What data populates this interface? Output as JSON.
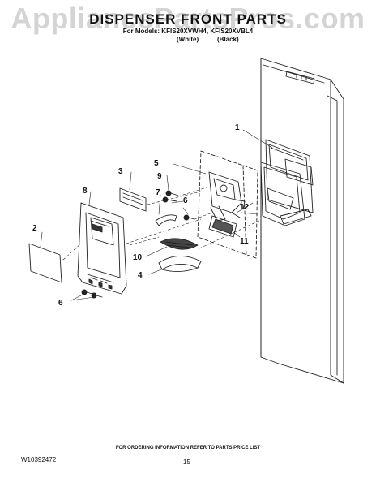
{
  "watermark": "AppliancePartsPros.com",
  "header": {
    "title": "DISPENSER FRONT PARTS",
    "models": "For Models: KFIS20XVWH4, KFIS20XVBL4",
    "color_white": "(White)",
    "color_black": "(Black)"
  },
  "callouts": [
    "1",
    "2",
    "3",
    "4",
    "5",
    "6",
    "6",
    "7",
    "8",
    "9",
    "10",
    "11",
    "12"
  ],
  "footer": {
    "ordering_note": "FOR ORDERING INFORMATION REFER TO PARTS PRICE LIST",
    "doc_number": "W10392472",
    "page_number": "15"
  }
}
